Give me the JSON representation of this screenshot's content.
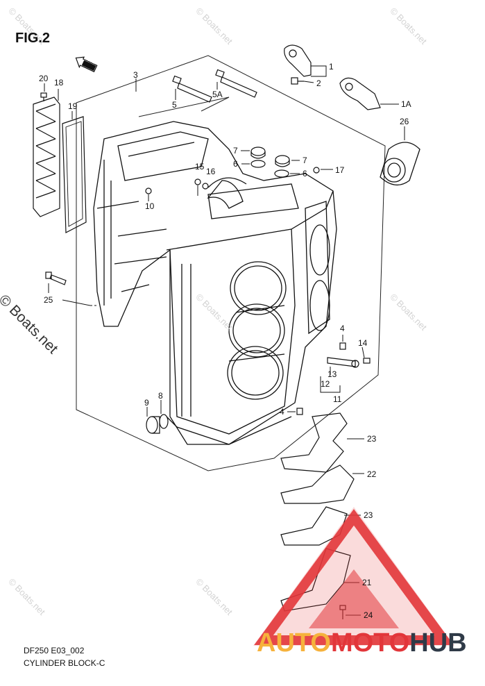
{
  "figure": {
    "title": "FIG.2",
    "code": "DF250 E03_002",
    "name": "CYLINDER BLOCK-C",
    "fwd_label": "FWD"
  },
  "callouts": [
    "1",
    "2",
    "1A",
    "3",
    "5",
    "5A",
    "26",
    "7",
    "6",
    "7",
    "6",
    "15",
    "16",
    "17",
    "10",
    "18",
    "20",
    "19",
    "25",
    "4",
    "14",
    "13",
    "12",
    "11",
    "9",
    "8",
    "4",
    "23",
    "22",
    "23",
    "21",
    "24"
  ],
  "watermarks": {
    "side": "© Boats.net",
    "faint": "© Boats.net"
  },
  "brand": {
    "part1": "AUTO",
    "part2": "MOTO",
    "part3": "HUB",
    "colors": {
      "part1": "#f6b23c",
      "part2": "#e2363a",
      "part3": "#2f3a47",
      "triangle": "#e2363a"
    }
  }
}
